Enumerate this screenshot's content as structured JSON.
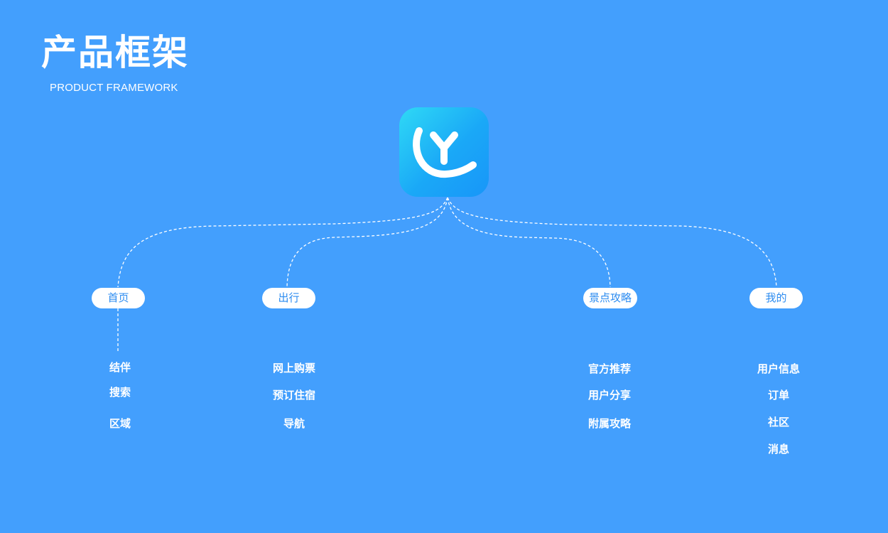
{
  "header": {
    "title": "产品框架",
    "subtitle": "PRODUCT FRAMEWORK"
  },
  "app": {
    "icon": "app-logo-icon",
    "colors": {
      "gradient_start": "#2fd9f5",
      "gradient_end": "#1896f8"
    }
  },
  "colors": {
    "background": "#439ffd",
    "module_text": "#2d8cf0",
    "connector": "#ffffff"
  },
  "modules": [
    {
      "label": "首页",
      "features": [
        "结伴",
        "搜索",
        "区域"
      ]
    },
    {
      "label": "出行",
      "features": [
        "网上购票",
        "预订住宿",
        "导航"
      ]
    },
    {
      "label": "景点攻略",
      "features": [
        "官方推荐",
        "用户分享",
        "附属攻略"
      ]
    },
    {
      "label": "我的",
      "features": [
        "用户信息",
        "订单",
        "社区",
        "消息"
      ]
    }
  ]
}
